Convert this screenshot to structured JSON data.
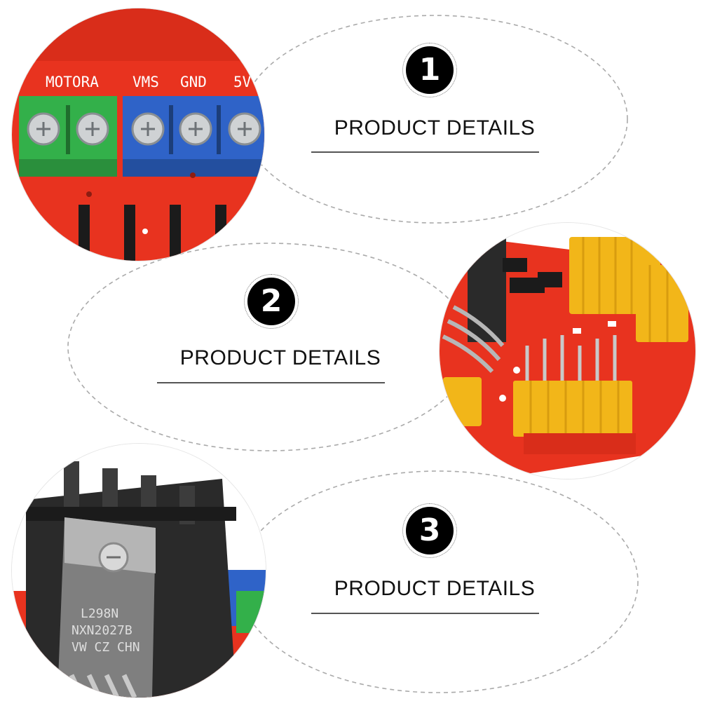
{
  "sections": [
    {
      "number": "1",
      "caption": "PRODUCT DETAILS"
    },
    {
      "number": "2",
      "caption": "PRODUCT DETAILS"
    },
    {
      "number": "3",
      "caption": "PRODUCT DETAILS"
    }
  ],
  "photo1": {
    "labels": [
      "MOTORA",
      "VMS",
      "GND",
      "5V"
    ]
  },
  "photo3": {
    "chip_lines": [
      "L298N",
      "NXN2027B",
      "VW CZ CHN"
    ]
  },
  "colors": {
    "pcb_red": "#e8331f",
    "terminal_green": "#33b04a",
    "terminal_blue": "#2f63c8",
    "jumper_yellow": "#f2b619",
    "heatsink": "#2a2a2a"
  }
}
